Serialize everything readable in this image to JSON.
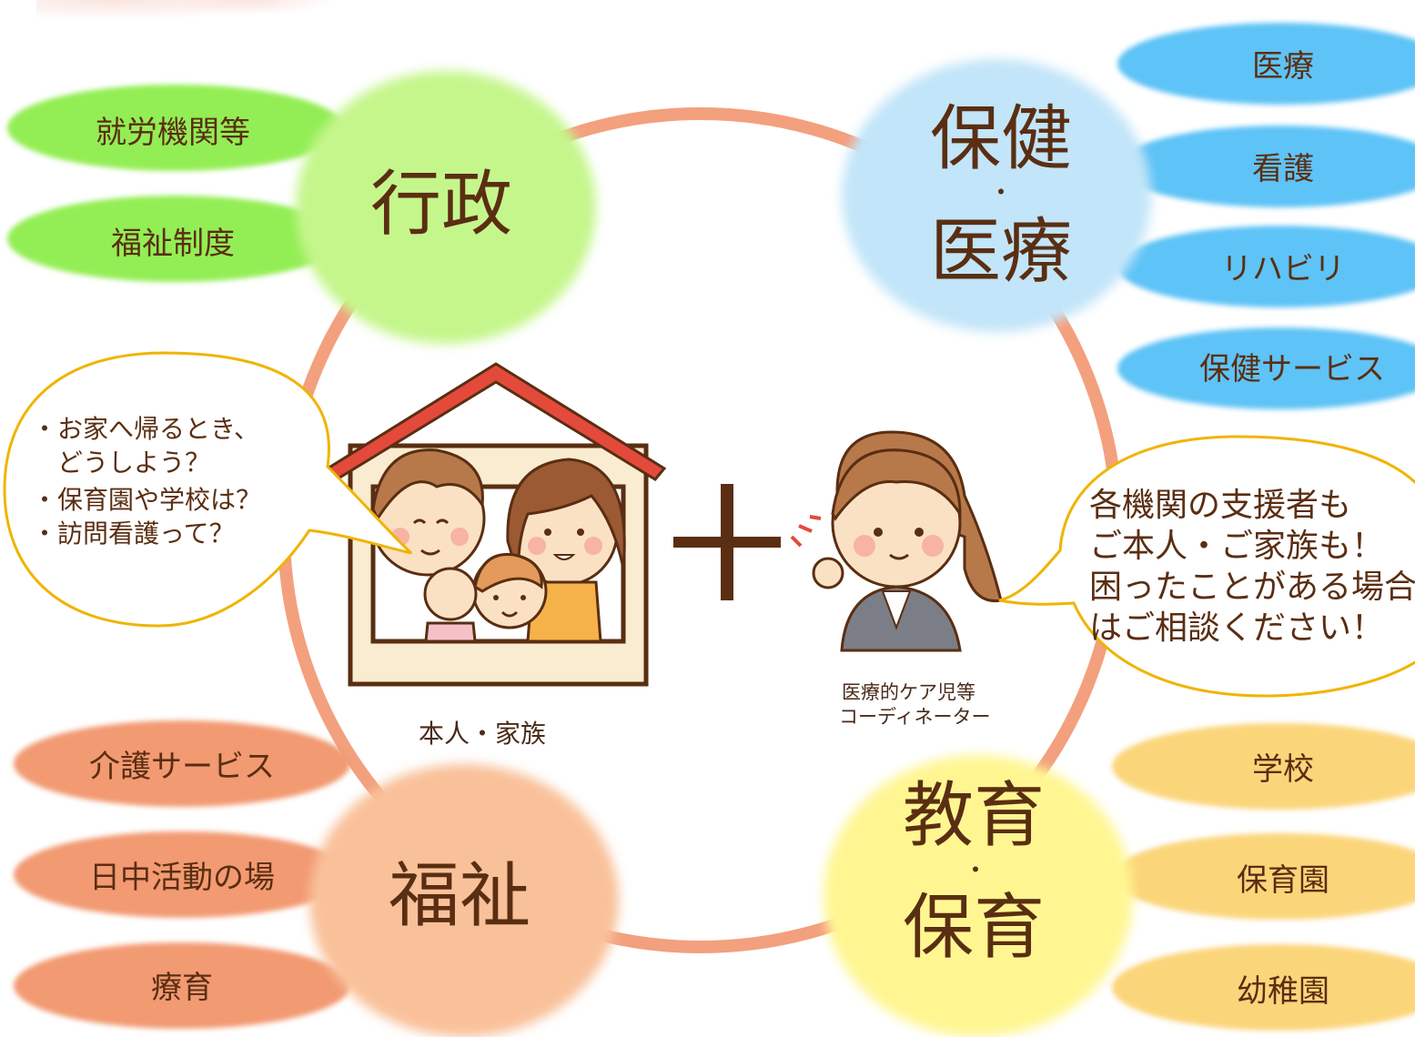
{
  "center": {
    "family_label": "本人・家族",
    "coordinator_label_1": "医療的ケア児等",
    "coordinator_label_2": "コーディネーター"
  },
  "sectors": {
    "gyosei": {
      "title": "行政",
      "items": [
        "就労機関等",
        "福祉制度"
      ],
      "color": "#b9f07c"
    },
    "hoken": {
      "title_1": "保健",
      "dot": "・",
      "title_2": "医療",
      "items": [
        "医療",
        "看護",
        "リハビリ",
        "保健サービス"
      ],
      "color": "#a8dcf7"
    },
    "fukushi": {
      "title": "福祉",
      "items": [
        "介護サービス",
        "日中活動の場",
        "療育"
      ],
      "color": "#f8b58f"
    },
    "kyoiku": {
      "title_1": "教育",
      "dot": "・",
      "title_2": "保育",
      "items": [
        "学校",
        "保育園",
        "幼稚園"
      ],
      "color": "#fff59a"
    }
  },
  "bubble_family": [
    "・お家へ帰るとき、",
    "　どうしよう？",
    "・保育園や学校は？",
    "・訪問看護って？"
  ],
  "bubble_coordinator": [
    "各機関の支援者も",
    "ご本人・ご家族も！",
    "困ったことがある場合",
    "はご相談ください！"
  ],
  "colors": {
    "ring": "#f3a07e",
    "text": "#5a2e12",
    "bubble_border": "#f0b400"
  }
}
